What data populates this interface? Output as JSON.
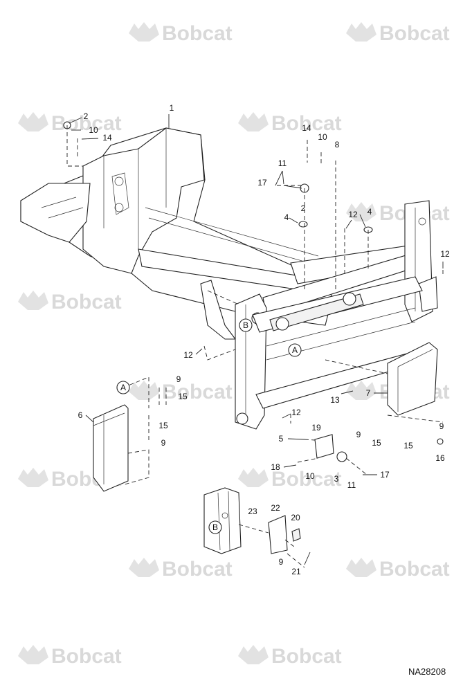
{
  "watermark": {
    "text": "Bobcat"
  },
  "document_number": "NA28208",
  "detail_views": [
    {
      "id": "detail-a-left",
      "letter": "A"
    },
    {
      "id": "detail-a-frame",
      "letter": "A"
    },
    {
      "id": "detail-b-frame",
      "letter": "B"
    },
    {
      "id": "detail-b-bottom",
      "letter": "B"
    }
  ],
  "callouts": [
    {
      "id": "c1",
      "label": "1"
    },
    {
      "id": "c2a",
      "label": "2"
    },
    {
      "id": "c10a",
      "label": "10"
    },
    {
      "id": "c14a",
      "label": "14"
    },
    {
      "id": "c14b",
      "label": "14"
    },
    {
      "id": "c10b",
      "label": "10"
    },
    {
      "id": "c8",
      "label": "8"
    },
    {
      "id": "c11a",
      "label": "11"
    },
    {
      "id": "c17a",
      "label": "17"
    },
    {
      "id": "c2b",
      "label": "2"
    },
    {
      "id": "c4a",
      "label": "4"
    },
    {
      "id": "c12a",
      "label": "12"
    },
    {
      "id": "c4b",
      "label": "4"
    },
    {
      "id": "c12b",
      "label": "12"
    },
    {
      "id": "c12c",
      "label": "12"
    },
    {
      "id": "c9a",
      "label": "9"
    },
    {
      "id": "c15a",
      "label": "15"
    },
    {
      "id": "c6",
      "label": "6"
    },
    {
      "id": "c15b",
      "label": "15"
    },
    {
      "id": "c9b",
      "label": "9"
    },
    {
      "id": "c13",
      "label": "13"
    },
    {
      "id": "c7",
      "label": "7"
    },
    {
      "id": "c12d",
      "label": "12"
    },
    {
      "id": "c19",
      "label": "19"
    },
    {
      "id": "c5",
      "label": "5"
    },
    {
      "id": "c9c",
      "label": "9"
    },
    {
      "id": "c15c",
      "label": "15"
    },
    {
      "id": "c15d",
      "label": "15"
    },
    {
      "id": "c9d",
      "label": "9"
    },
    {
      "id": "c16",
      "label": "16"
    },
    {
      "id": "c18",
      "label": "18"
    },
    {
      "id": "c10c",
      "label": "10"
    },
    {
      "id": "c3",
      "label": "3"
    },
    {
      "id": "c17b",
      "label": "17"
    },
    {
      "id": "c11b",
      "label": "11"
    },
    {
      "id": "c23",
      "label": "23"
    },
    {
      "id": "c22",
      "label": "22"
    },
    {
      "id": "c20",
      "label": "20"
    },
    {
      "id": "c9e",
      "label": "9"
    },
    {
      "id": "c21",
      "label": "21"
    }
  ]
}
